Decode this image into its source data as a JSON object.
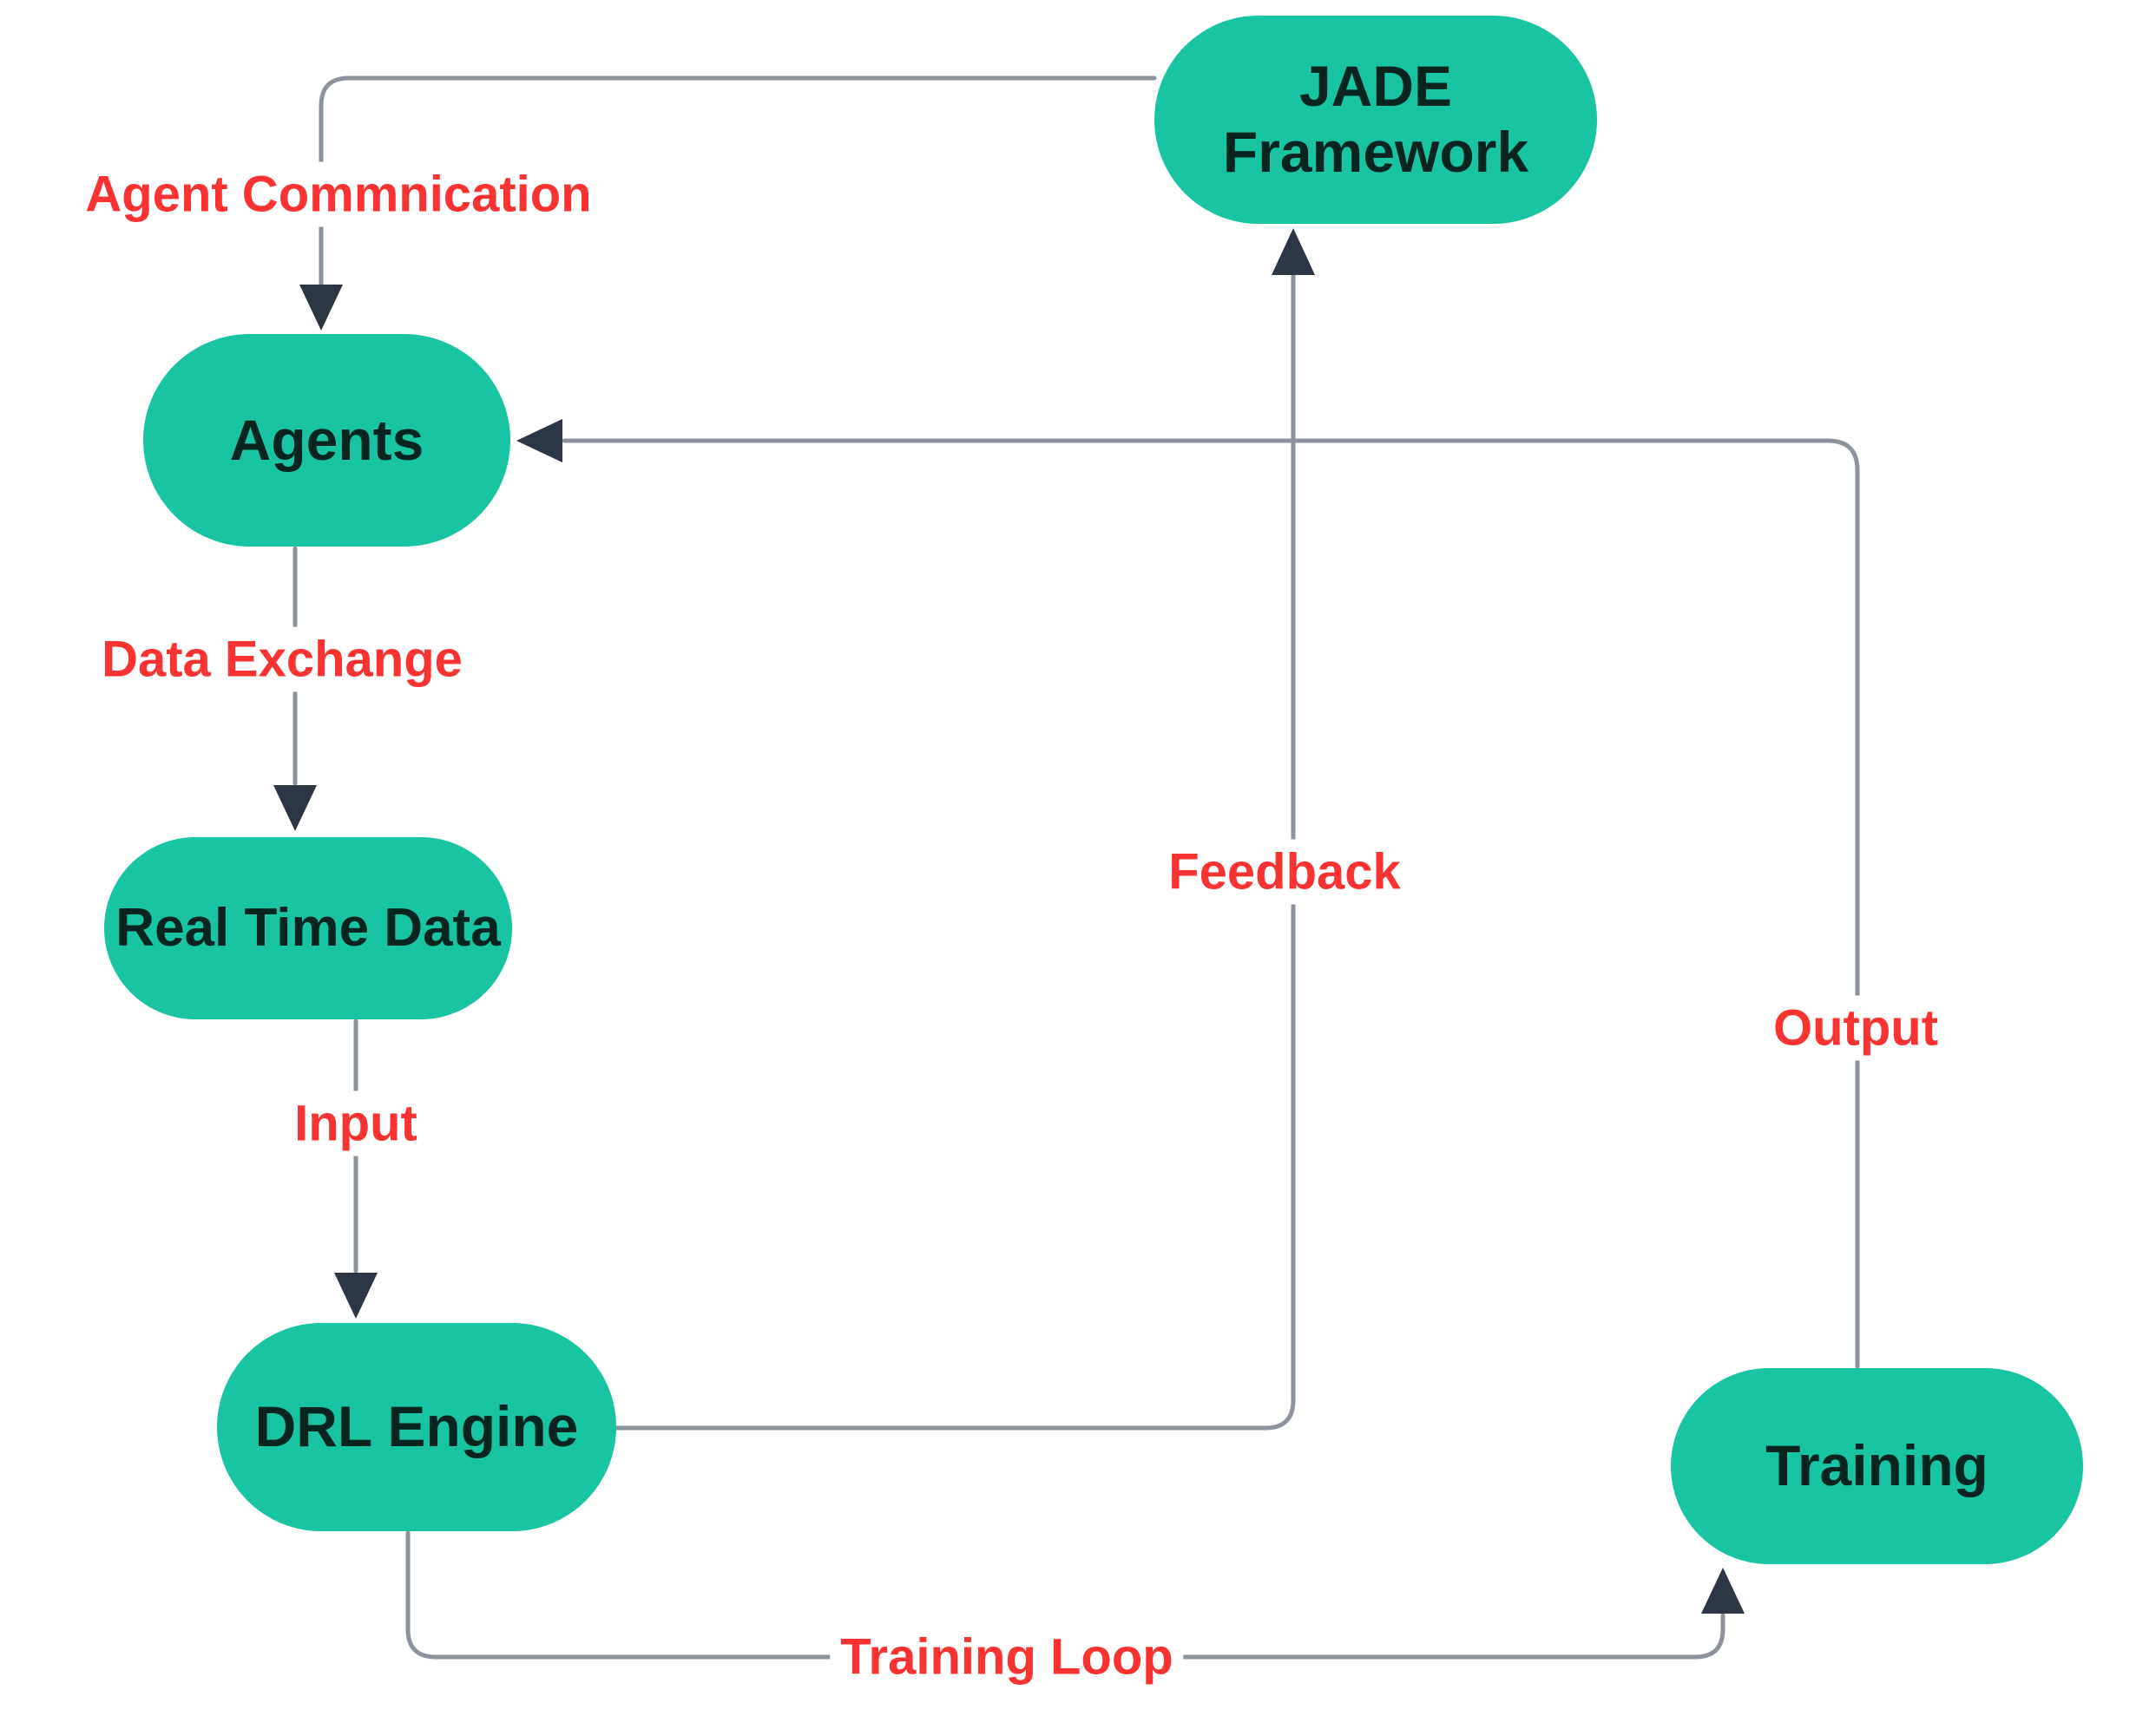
{
  "theme": {
    "bg": "#ffffff",
    "node-fill": "#18c4a2",
    "node-text": "#09251f",
    "edge-line": "#8d939c",
    "arrow": "#2c3644",
    "edge-label": "#f93232"
  },
  "nodes": {
    "jade_line1": "JADE",
    "jade_line2": "Framework",
    "agents": "Agents",
    "real_time_data": "Real Time Data",
    "drl_engine": "DRL Engine",
    "training": "Training"
  },
  "edge_labels": {
    "agent_communication": "Agent Commnication",
    "data_exchange": "Data Exchange",
    "input": "Input",
    "feedback": "Feedback",
    "output": "Output",
    "training_loop": "Training Loop"
  },
  "edges": [
    {
      "from": "JADE Framework",
      "to": "Agents",
      "label": "Agent Commnication"
    },
    {
      "from": "Agents",
      "to": "Real Time Data",
      "label": "Data Exchange"
    },
    {
      "from": "Real Time Data",
      "to": "DRL Engine",
      "label": "Input"
    },
    {
      "from": "DRL Engine",
      "to": "JADE Framework",
      "label": "Feedback"
    },
    {
      "from": "DRL Engine",
      "to": "Training",
      "label": "Training Loop"
    },
    {
      "from": "Training",
      "to": "Agents",
      "label": "Output"
    }
  ]
}
